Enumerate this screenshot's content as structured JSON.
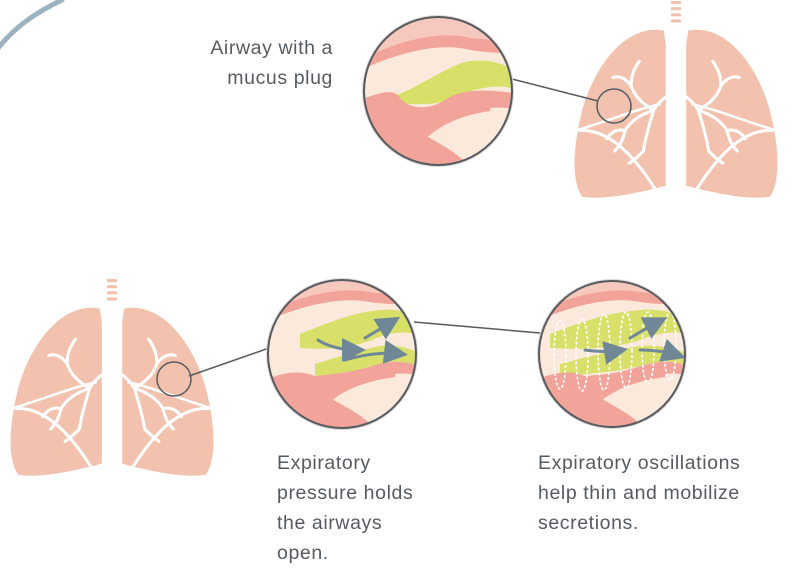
{
  "labels": {
    "mucus_plug": {
      "lines": [
        "Airway with a",
        "mucus plug"
      ]
    },
    "expiratory_pressure": {
      "lines": [
        "Expiratory",
        "pressure holds",
        "the airways",
        "open."
      ]
    },
    "expiratory_oscillations": {
      "lines": [
        "Expiratory oscillations",
        "help thin and mobilize",
        "secretions."
      ]
    }
  },
  "colors": {
    "lung": "#f2c2ae",
    "tissue_pink": "#f2a49a",
    "tissue_light": "#f7c8bd",
    "cream": "#fbe9dc",
    "mucus": "#d8e06a",
    "arrow": "#6f8797",
    "text": "#555b60",
    "arc": "#9eb3c2"
  },
  "icons": {
    "lungs_top": "lungs-icon",
    "lungs_bottom": "lungs-icon",
    "airway_plug": "mucus-plug-airway",
    "airway_pressure": "open-airway-with-airflow",
    "airway_oscillation": "oscillating-airway"
  }
}
